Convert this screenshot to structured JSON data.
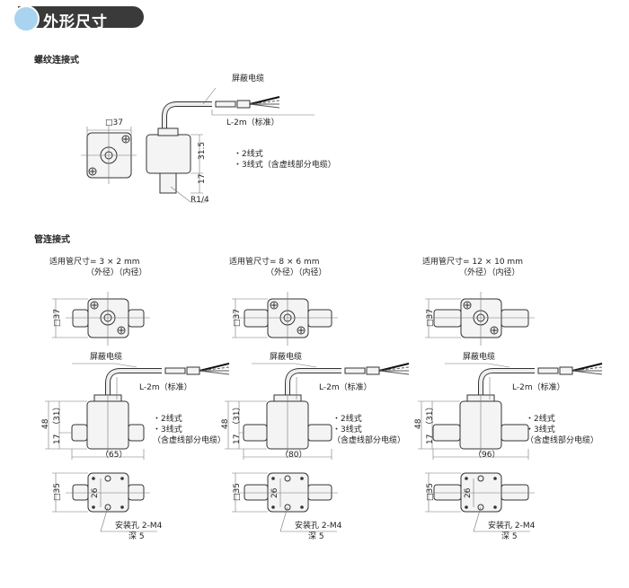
{
  "title": "外形尺寸",
  "threaded": {
    "heading": "螺纹连接式",
    "cable_label": "屏蔽电缆",
    "length_label": "L-2m（标准）",
    "square_dim": "□37",
    "dim_upper": "31.5",
    "dim_lower": "17",
    "thread": "R1/4",
    "wiring": [
      "・2线式",
      "・3线式（含虚线部分电缆）"
    ]
  },
  "tube": {
    "heading": "管连接式",
    "columns": [
      {
        "size_line": "适用管尺寸=  3   ×   2 mm",
        "size_sub": "（外径）（内径）",
        "top_dim": "□37",
        "cable_label": "屏蔽电缆",
        "length_label": "L-2m（标准）",
        "total_h": "48",
        "upper_h": "（31）",
        "lower_h": "17",
        "width": "（65）",
        "wiring": [
          "・2线式",
          "・3线式",
          "（含虚线部分电缆）"
        ],
        "bottom_dim": "□35",
        "hole_pitch": "26",
        "mount_hole": "安装孔 2-M4",
        "depth": "深 5"
      },
      {
        "size_line": "适用管尺寸=  8   ×   6 mm",
        "size_sub": "（外径）（内径）",
        "top_dim": "□37",
        "cable_label": "屏蔽电缆",
        "length_label": "L-2m（标准）",
        "total_h": "48",
        "upper_h": "（31）",
        "lower_h": "17",
        "width": "（80）",
        "wiring": [
          "・2线式",
          "・3线式",
          "（含虚线部分电缆）"
        ],
        "bottom_dim": "□35",
        "hole_pitch": "26",
        "mount_hole": "安装孔 2-M4",
        "depth": "深 5"
      },
      {
        "size_line": "适用管尺寸=  12   ×   10 mm",
        "size_sub": "（外径）（内径）",
        "top_dim": "□37",
        "cable_label": "屏蔽电缆",
        "length_label": "L-2m（标准）",
        "total_h": "48",
        "upper_h": "（31）",
        "lower_h": "17",
        "width": "（96）",
        "wiring": [
          "・2线式",
          "・3线式",
          "（含虚线部分电缆）"
        ],
        "bottom_dim": "□35",
        "hole_pitch": "26",
        "mount_hole": "安装孔 2-M4",
        "depth": "深 5"
      }
    ]
  }
}
